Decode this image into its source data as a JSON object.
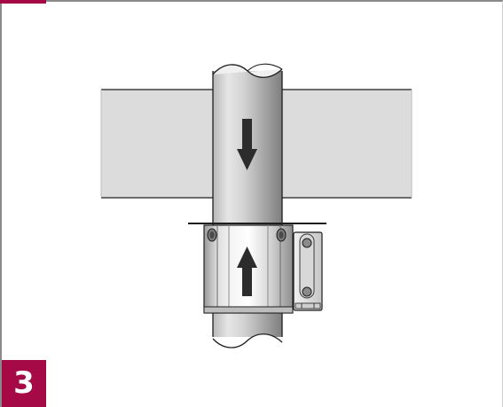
{
  "step": {
    "number": "3",
    "color": "#a50a47"
  },
  "diagram": {
    "elements": [
      "wall-slab",
      "pipe",
      "mounting-sleeve",
      "flow-arrow-down",
      "flow-arrow-up",
      "clamp-bracket"
    ],
    "colors": {
      "slab": "#dcdcdc",
      "pipe_light": "#dadada",
      "pipe_dark": "#8a8a8a",
      "outline": "#1e1e1e",
      "arrow": "#2c2c2c"
    }
  }
}
